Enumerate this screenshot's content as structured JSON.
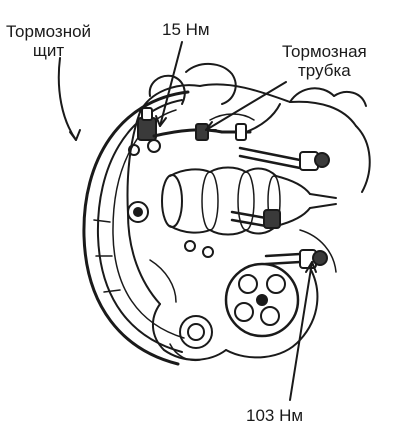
{
  "labels": {
    "brake_shield": [
      "Тормозной",
      "щит"
    ],
    "torque_top": "15 Нм",
    "brake_pipe": [
      "Тормозная",
      "трубка"
    ],
    "torque_bottom": "103 Нм"
  },
  "colors": {
    "ink": "#1a1a1a",
    "paper": "#ffffff",
    "shade": "#3a3a3a"
  }
}
